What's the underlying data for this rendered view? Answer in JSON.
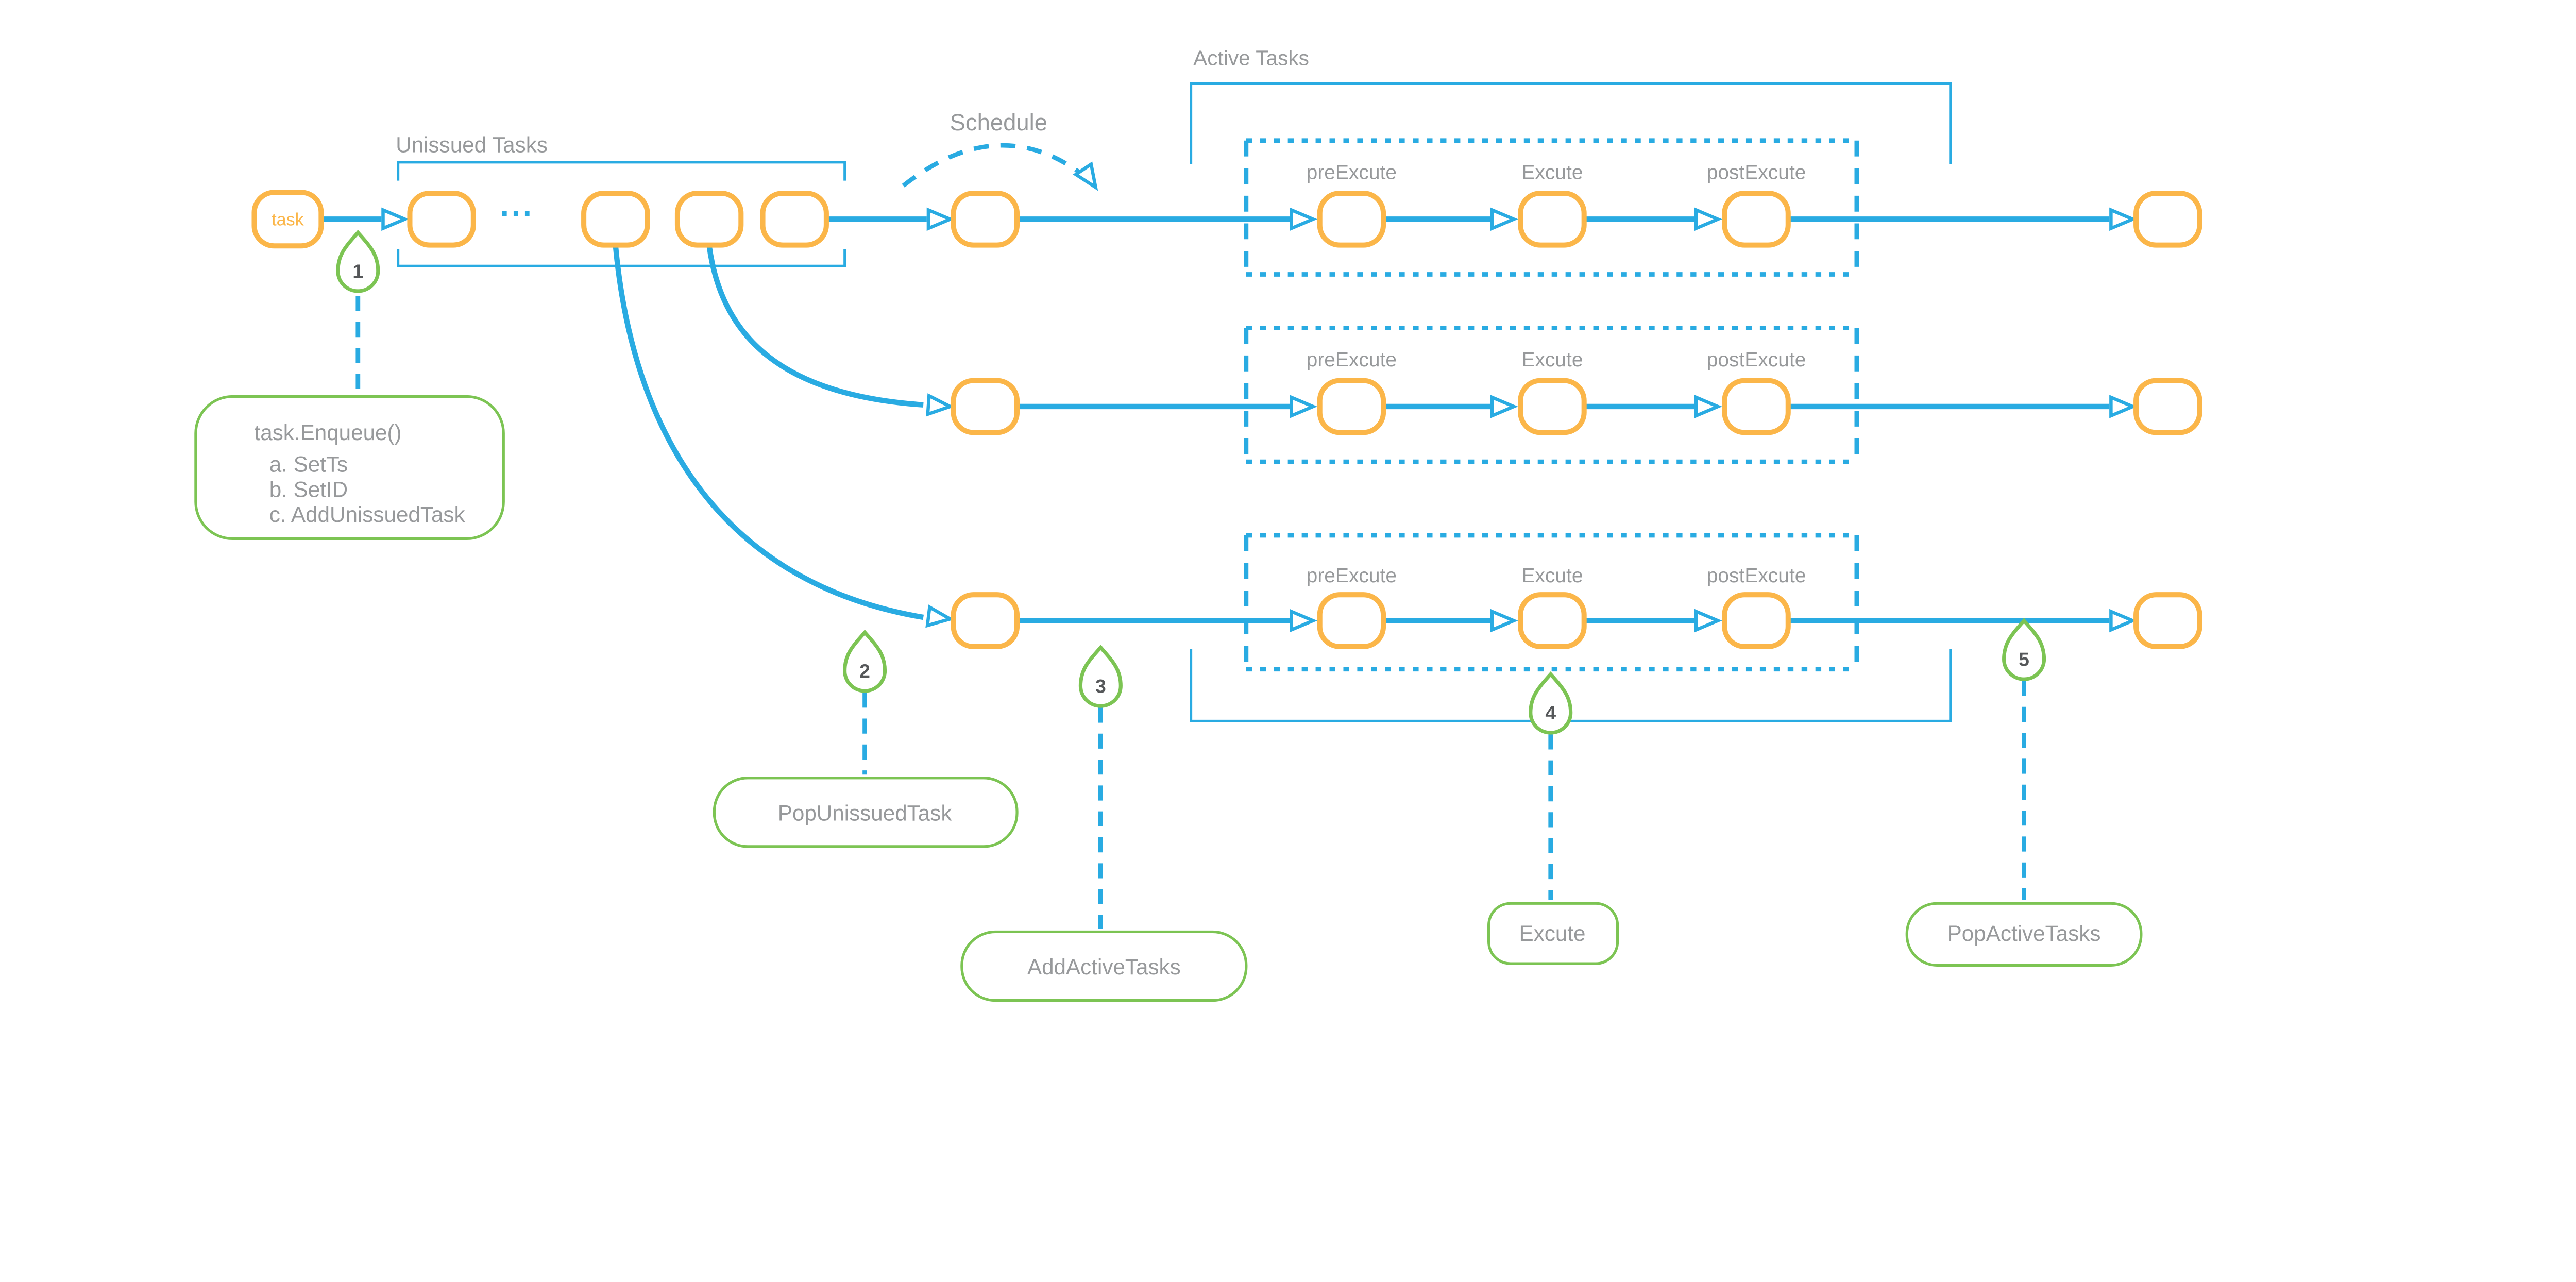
{
  "colors": {
    "blue": "#29abe2",
    "orange": "#fbb649",
    "green": "#7cc453",
    "gray_text": "#97999b",
    "number_text": "#555759",
    "background": "#ffffff"
  },
  "labels": {
    "unissued_tasks": "Unissued Tasks",
    "schedule": "Schedule",
    "active_tasks": "Active Tasks",
    "queue_ellipsis": "..."
  },
  "task_node": {
    "label": "task"
  },
  "rows": [
    {
      "stages": [
        "preExcute",
        "Excute",
        "postExcute"
      ]
    },
    {
      "stages": [
        "preExcute",
        "Excute",
        "postExcute"
      ]
    },
    {
      "stages": [
        "preExcute",
        "Excute",
        "postExcute"
      ]
    }
  ],
  "markers": [
    {
      "number": "1"
    },
    {
      "number": "2"
    },
    {
      "number": "3"
    },
    {
      "number": "4"
    },
    {
      "number": "5"
    }
  ],
  "notes": {
    "enqueue": {
      "title": "task.Enqueue()",
      "items": [
        "a. SetTs",
        "b. SetID",
        "c. AddUnissuedTask"
      ]
    },
    "pop_unissued": {
      "label": "PopUnissuedTask"
    },
    "add_active": {
      "label": "AddActiveTasks"
    },
    "execute": {
      "label": "Excute"
    },
    "pop_active": {
      "label": "PopActiveTasks"
    }
  }
}
